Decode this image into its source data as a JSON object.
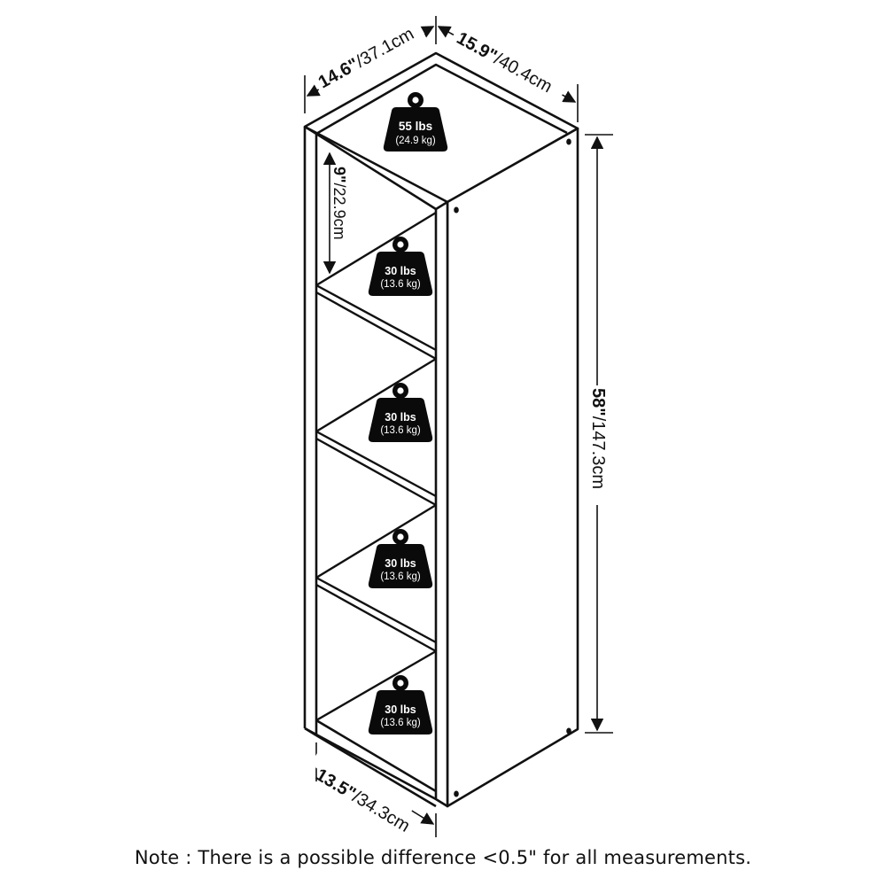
{
  "product": {
    "type": "5-cube vertical storage shelf",
    "view": "isometric line drawing"
  },
  "dimensions": {
    "width_top_left": {
      "imperial": "14.6\"",
      "metric": "/37.1cm"
    },
    "depth_top_right": {
      "imperial": "15.9\"",
      "metric": "/40.4cm"
    },
    "height": {
      "imperial": "58\"",
      "metric": "/147.3cm"
    },
    "cube_height": {
      "imperial": "9\"",
      "metric": "/22.9cm"
    },
    "inner_width_bottom": {
      "imperial": "13.5\"",
      "metric": "/34.3cm"
    }
  },
  "weight_capacities": [
    {
      "position": "top",
      "lbs": "55 lbs",
      "kg": "(24.9 kg)"
    },
    {
      "position": "shelf-1",
      "lbs": "30 lbs",
      "kg": "(13.6 kg)"
    },
    {
      "position": "shelf-2",
      "lbs": "30 lbs",
      "kg": "(13.6 kg)"
    },
    {
      "position": "shelf-3",
      "lbs": "30 lbs",
      "kg": "(13.6 kg)"
    },
    {
      "position": "shelf-4",
      "lbs": "30 lbs",
      "kg": "(13.6 kg)"
    }
  ],
  "icons": {
    "weight": "kettlebell-weight-icon",
    "arrow": "dimension-arrow-icon"
  },
  "colors": {
    "line": "#111111",
    "background": "#ffffff",
    "weight_fill": "#0a0a0a",
    "weight_text": "#ffffff"
  },
  "note": "Note : There is a possible difference <0.5\" for all measurements."
}
